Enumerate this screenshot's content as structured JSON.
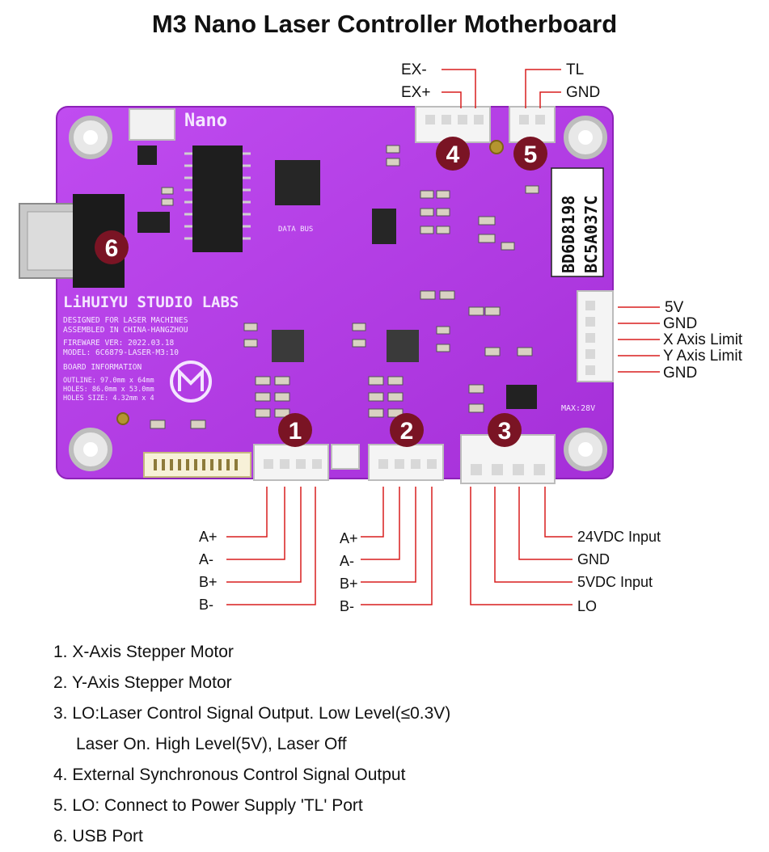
{
  "title": "M3 Nano Laser Controller Motherboard",
  "board": {
    "brand": "Nano",
    "maker": "LiHUIYU STUDIO LABS",
    "silk_lines": [
      "DESIGNED FOR LASER MACHINES",
      "ASSEMBLED IN CHINA-HANGZHOU",
      "FIREWARE VER: 2022.03.18",
      "MODEL: 6C6879-LASER-M3:10"
    ],
    "board_info_title": "BOARD INFORMATION",
    "board_info_lines": [
      "OUTLINE: 97.0mm x 64mm",
      "HOLES: 86.0mm x 53.0mm",
      "HOLES SIZE: 4.32mm x 4"
    ],
    "data_bus": "DATA BUS",
    "max_voltage": "MAX:28V",
    "serial": [
      "BD6D8198",
      "BC5A037C"
    ]
  },
  "callouts": [
    {
      "num": "1",
      "color": "#7a1424"
    },
    {
      "num": "2",
      "color": "#7a1424"
    },
    {
      "num": "3",
      "color": "#7a1424"
    },
    {
      "num": "4",
      "color": "#7a1424"
    },
    {
      "num": "5",
      "color": "#7a1424"
    },
    {
      "num": "6",
      "color": "#7a1424"
    }
  ],
  "pins": {
    "ex": [
      "EX-",
      "EX+"
    ],
    "tl": [
      "TL",
      "GND"
    ],
    "limit": [
      "5V",
      "GND",
      "X Axis Limit",
      "Y Axis Limit",
      "GND"
    ],
    "x_motor": [
      "A+",
      "A-",
      "B+",
      "B-"
    ],
    "y_motor": [
      "A+",
      "A-",
      "B+",
      "B-"
    ],
    "power": [
      "24VDC Input",
      "GND",
      "5VDC Input",
      "LO"
    ]
  },
  "notes": [
    "1. X-Axis Stepper Motor",
    "2. Y-Axis Stepper Motor",
    "3. LO:Laser Control Signal Output. Low Level(≤0.3V)",
    "Laser On. High Level(5V), Laser Off",
    "4. External Synchronous Control Signal Output",
    "5. LO: Connect to Power Supply 'TL' Port",
    "6. USB Port"
  ],
  "colors": {
    "pcb": "#b438e6",
    "leader": "#d91e1e",
    "callout": "#7a1424"
  }
}
